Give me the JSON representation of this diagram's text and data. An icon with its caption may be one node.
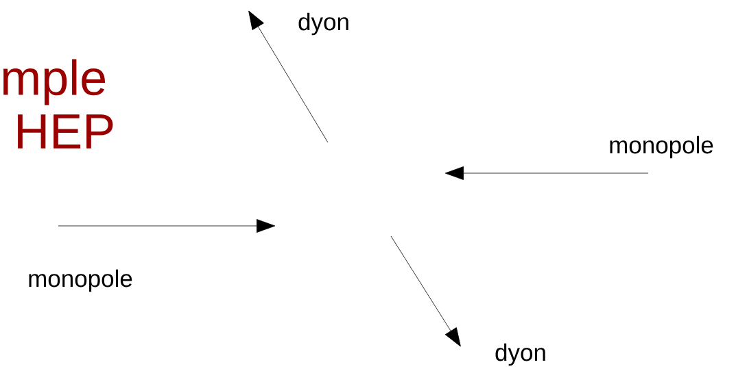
{
  "diagram": {
    "nodes": [
      {
        "text": [
          "dyon"
        ]
      },
      {
        "text": [
          "monopole"
        ]
      },
      {
        "text": [
          "monopole"
        ]
      },
      {
        "text": [
          "dyon"
        ]
      }
    ],
    "edges": [
      {
        "from": null,
        "to": 0,
        "arrow": "to"
      },
      {
        "from": 1,
        "to": null,
        "arrow": "to"
      },
      {
        "from": 2,
        "to": null,
        "arrow": "to"
      },
      {
        "from": null,
        "to": 3,
        "arrow": "to"
      }
    ],
    "labels": [
      "mple",
      "HEP"
    ]
  }
}
